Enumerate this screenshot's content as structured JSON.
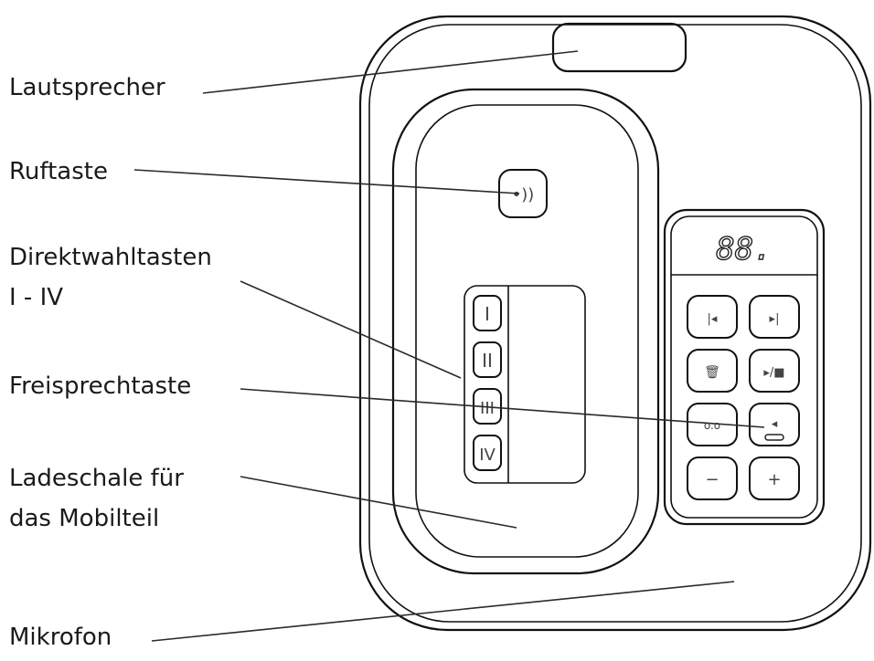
{
  "labels": {
    "speaker": "Lautsprecher",
    "call_button": "Ruftaste",
    "direct_dial_line1": "Direktwahltasten",
    "direct_dial_line2": "I - IV",
    "speakerphone": "Freisprechtaste",
    "cradle_line1": "Ladeschale für",
    "cradle_line2": "das Mobilteil",
    "microphone": "Mikrofon"
  },
  "device": {
    "display_digits": "88.",
    "direct_keys": [
      "I",
      "II",
      "III",
      "IV"
    ],
    "control_keys": {
      "prev": "|◂",
      "next": "▸|",
      "delete": "🗑",
      "play_stop": "▸/■",
      "memo": "o.o",
      "speaker": "◂",
      "minus": "−",
      "plus": "+"
    },
    "call_key_glyph": "•))"
  }
}
